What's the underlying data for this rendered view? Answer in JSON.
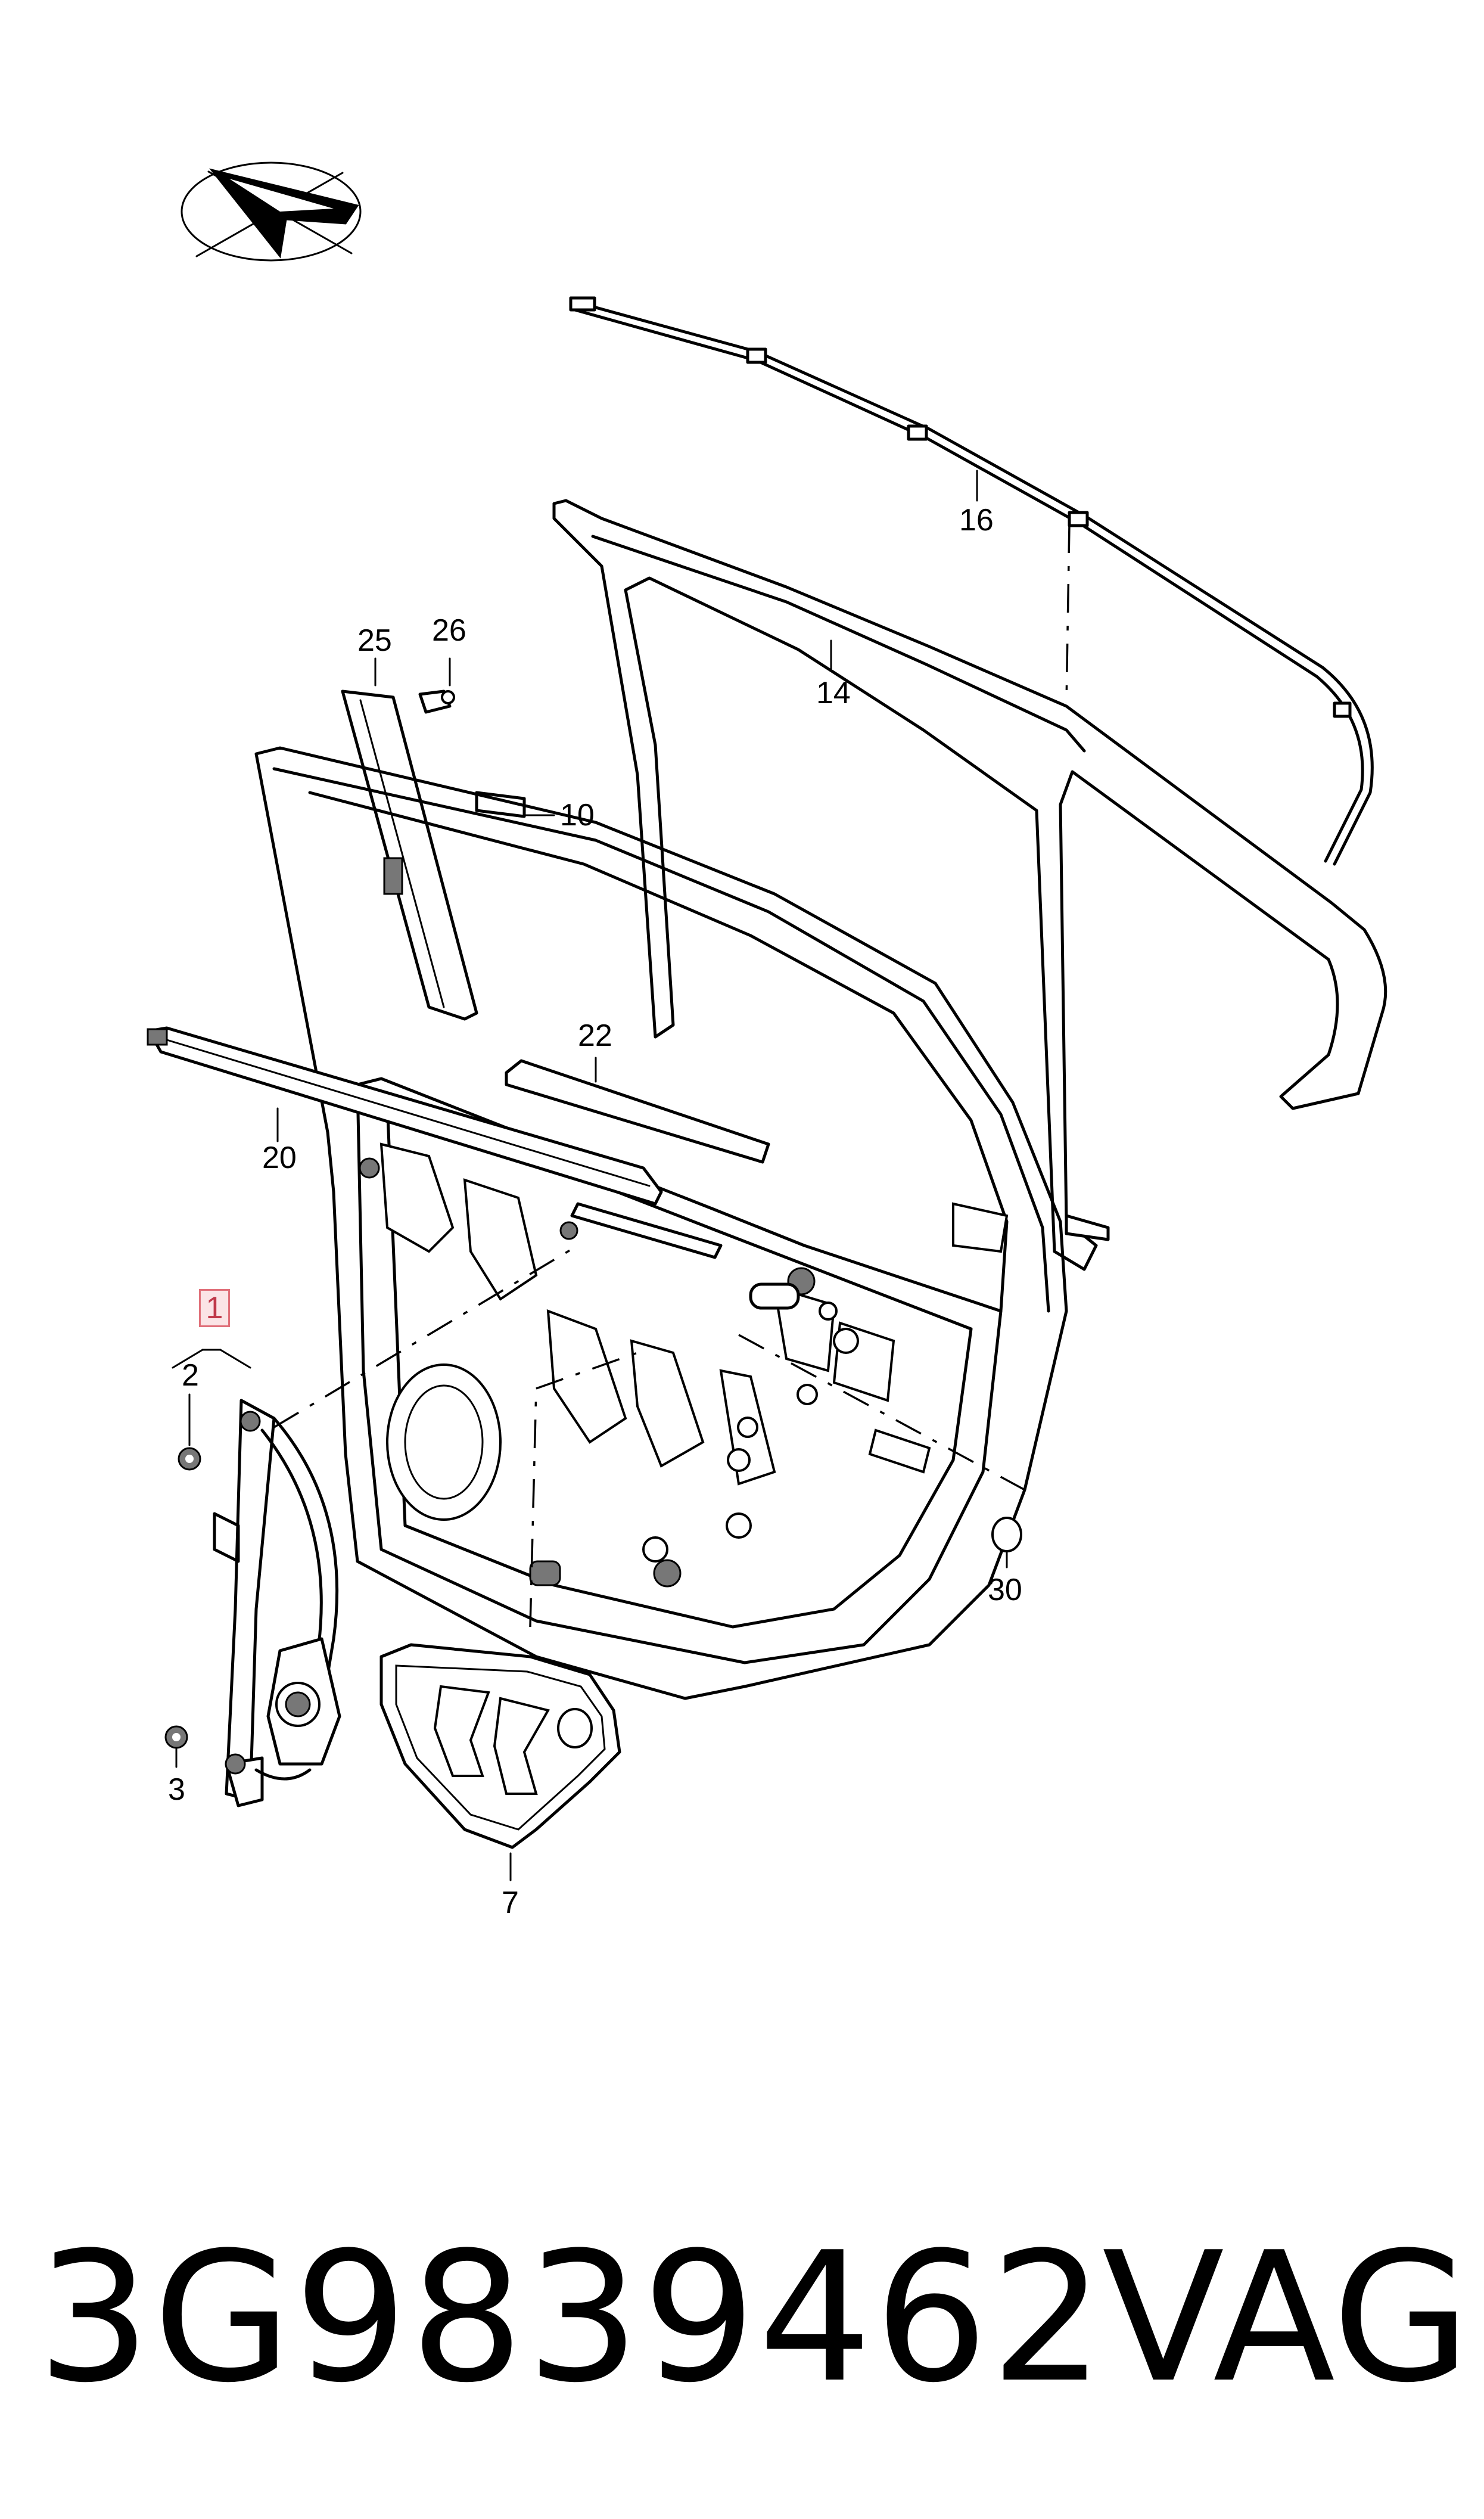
{
  "diagram": {
    "orientation_icon": "direction-arrow-icon",
    "callouts": {
      "c1": "1",
      "c2": "2",
      "c3": "3",
      "c7": "7",
      "c10": "10",
      "c14": "14",
      "c16": "16",
      "c20": "20",
      "c22": "22",
      "c25": "25",
      "c26": "26",
      "c30": "30"
    },
    "highlight_color": "#e0707a"
  },
  "footer": {
    "part_number": "3G9839462",
    "brand": "VAG"
  }
}
